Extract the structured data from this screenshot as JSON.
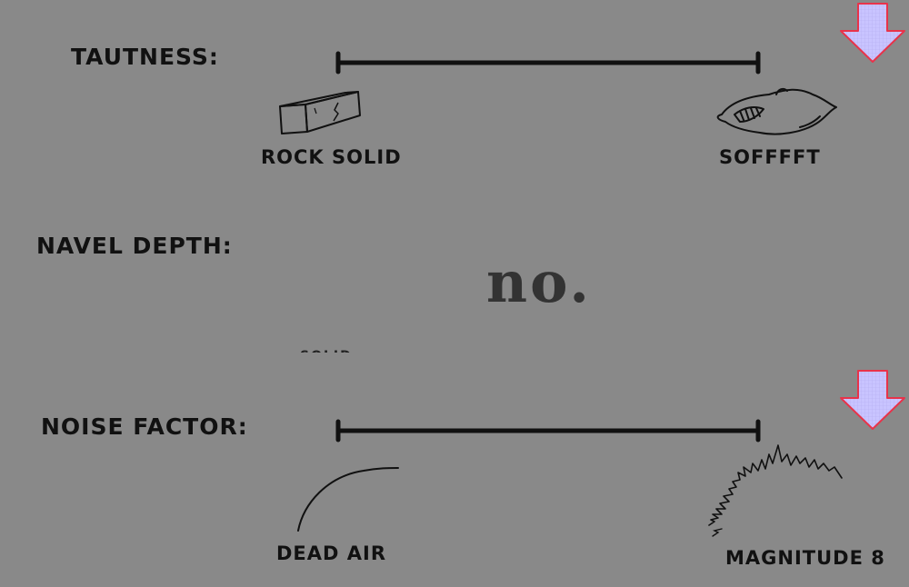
{
  "tautness": {
    "label": "TAUTNESS:",
    "left_label": "ROCK SOLID",
    "right_label": "SOFFFFT",
    "left_icon": "brick-icon",
    "right_icon": "pillow-icon"
  },
  "navel_depth": {
    "label": "NAVEL DEPTH:",
    "response": "no.",
    "ghost_label": "SOLID"
  },
  "noise_factor": {
    "label": "NOISE FACTOR:",
    "left_label": "DEAD AIR",
    "right_label": "MAGNITUDE 8",
    "left_icon": "quiet-curve-icon",
    "right_icon": "noise-squiggle-icon"
  },
  "controls": {
    "arrow_icon": "down-arrow-icon",
    "arrow_fill": "#c9c4ff",
    "arrow_stroke": "#e8334a"
  },
  "colors": {
    "background": "#898989",
    "ink": "#111111"
  }
}
